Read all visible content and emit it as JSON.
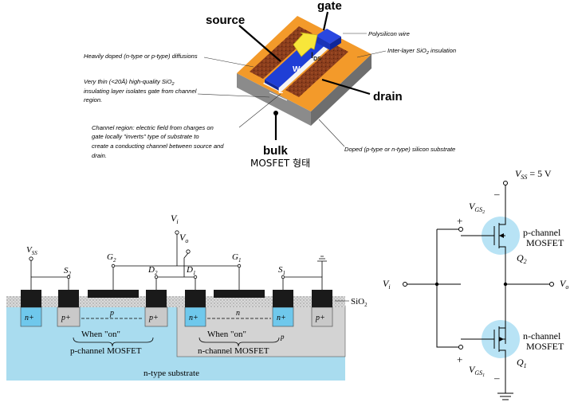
{
  "top_diagram": {
    "labels": {
      "gate": "gate",
      "source": "source",
      "drain": "drain",
      "bulk": "bulk",
      "w": "W",
      "l": "L",
      "ids": "I",
      "ids_sub": "DS",
      "caption": "MOSFET 형태"
    },
    "annotations": {
      "diffusions": "Heavily doped (n-type or p-type) diffusions",
      "oxide_1": "Very thin (<20Å) high-quality SiO",
      "oxide_1_sub": "2",
      "oxide_2": "insulating layer isolates gate from channel",
      "oxide_3": "region.",
      "channel_1": "Channel region: electric field from charges on",
      "channel_2": "gate locally \"inverts\" type of substrate to",
      "channel_3": "create a conducting channel between source and",
      "channel_4": "drain.",
      "poly": "Polysilicon wire",
      "interlayer": "Inter-layer SiO",
      "interlayer_sub": "2",
      "interlayer_tail": " insulation",
      "substrate": "Doped (p-type or n-type) silicon substrate"
    }
  },
  "cross_section": {
    "vi": "V",
    "vi_sub": "i",
    "vo": "V",
    "vo_sub": "o",
    "vss": "V",
    "vss_sub": "SS",
    "s2": "S",
    "s2_sub": "2",
    "g2": "G",
    "g2_sub": "2",
    "d2": "D",
    "d2_sub": "2",
    "d1": "D",
    "d1_sub": "1",
    "g1": "G",
    "g1_sub": "1",
    "s1": "S",
    "s1_sub": "1",
    "sio2": "SiO",
    "sio2_sub": "2",
    "nplus": "n+",
    "pplus": "p+",
    "p": "p",
    "n": "n",
    "when_on": "When \"on\"",
    "pch": "p-channel MOSFET",
    "nch": "n-channel MOSFET",
    "nsub": "n-type substrate"
  },
  "schematic": {
    "vss_eq": "V",
    "vss_sub": "SS",
    "vss_val": " = 5 V",
    "vgs2": "V",
    "vgs2_sub": "GS",
    "vgs2_sub2": "2",
    "vgs1": "V",
    "vgs1_sub": "GS",
    "vgs1_sub2": "1",
    "plus": "+",
    "minus": "–",
    "vi": "V",
    "vi_sub": "i",
    "vo": "V",
    "vo_sub": "o",
    "pch_1": "p-channel",
    "pch_2": "MOSFET",
    "nch_1": "n-channel",
    "nch_2": "MOSFET",
    "q2": "Q",
    "q2_sub": "2",
    "q1": "Q",
    "q1_sub": "1"
  },
  "colors": {
    "substrate_blue": "#a9dcef",
    "well_gray": "#d3d3d3",
    "nplus_blue": "#6fc8ec",
    "metal_black": "#1a1a1a",
    "oxide_pattern": "#cfcfcf",
    "diffusion_orange": "#f39a2a",
    "gate_blue": "#1f3fd6",
    "arrow_yellow": "#f7e63a",
    "channel_brown": "#8a3d1c"
  }
}
